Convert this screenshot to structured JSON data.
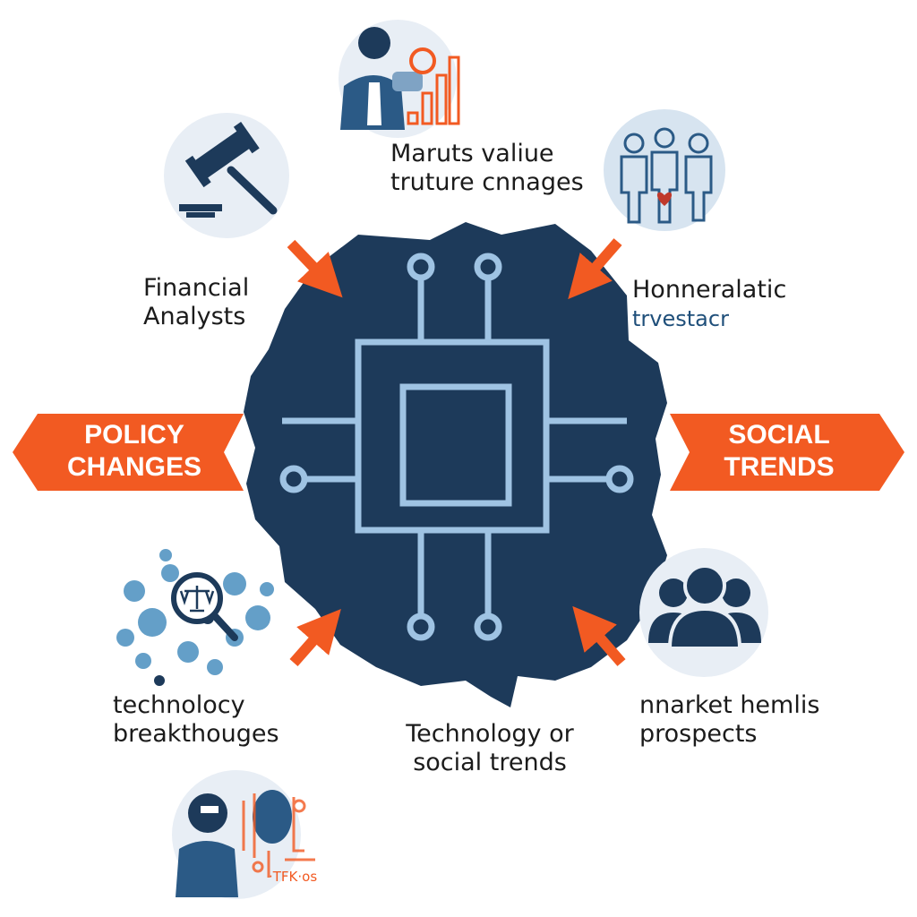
{
  "colors": {
    "navy": "#1d3a5a",
    "accent": "#f25a22",
    "circuit": "#9fc3e3",
    "medallion_bg": "#e8eef5"
  },
  "center": {
    "icon": "chip-circuit-icon"
  },
  "banners": {
    "left": {
      "line1": "POLICY",
      "line2": "CHANGES"
    },
    "right": {
      "line1": "SOCIAL",
      "line2": "TRENDS"
    }
  },
  "labels": {
    "top": {
      "line1": "Maruts valiue",
      "line2": "truture cnnages"
    },
    "upper_left": {
      "line1": "Financial",
      "line2": "Analysts"
    },
    "upper_right": {
      "line1": "Honneralatic",
      "line2": "trvestacr"
    },
    "lower_left": {
      "line1": "technolocy",
      "line2": "breakthouges"
    },
    "lower_center": {
      "line1": "Technology or",
      "line2": "social trends"
    },
    "lower_right": {
      "line1": "nnarket hemlis",
      "line2": "prospects"
    },
    "bottom_icon_caption": "·TFK·os"
  },
  "icons": {
    "top": "analyst-chart-icon",
    "upper_left": "gavel-icon",
    "upper_right": "people-group-icon",
    "lower_left": "scales-magnifier-icon",
    "lower_right": "user-group-icon",
    "bottom": "engineer-icon"
  }
}
